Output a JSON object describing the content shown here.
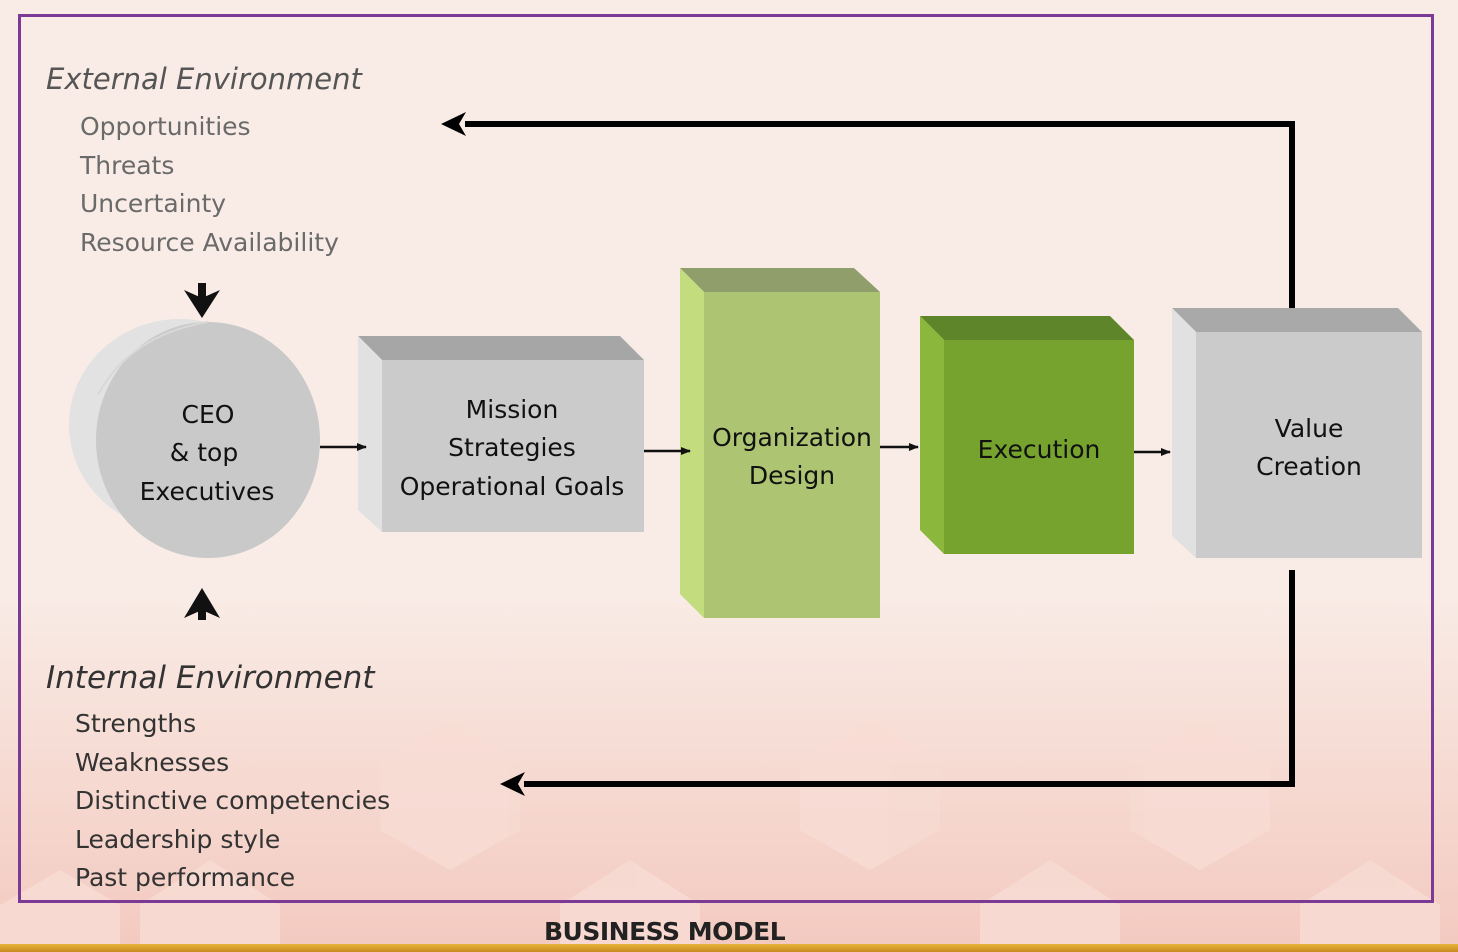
{
  "external": {
    "title": "External Environment",
    "items": [
      "Opportunities",
      "Threats",
      "Uncertainty",
      "Resource Availability"
    ]
  },
  "internal": {
    "title": "Internal Environment",
    "items": [
      "Strengths",
      "Weaknesses",
      "Distinctive competencies",
      "Leadership style",
      "Past performance"
    ]
  },
  "nodes": {
    "ceo": [
      "CEO",
      "& top",
      "Executives"
    ],
    "mission": [
      "Mission",
      "Strategies",
      "Operational Goals"
    ],
    "org_design": [
      "Organization",
      "Design"
    ],
    "execution": [
      "Execution"
    ],
    "value": [
      "Value",
      "Creation"
    ]
  },
  "colors": {
    "frame": "#7a3a96",
    "gray_box": "#cbcbcb",
    "light_green": "#adc472",
    "dark_green": "#76a22e"
  },
  "footer": "BUSINESS MODEL"
}
